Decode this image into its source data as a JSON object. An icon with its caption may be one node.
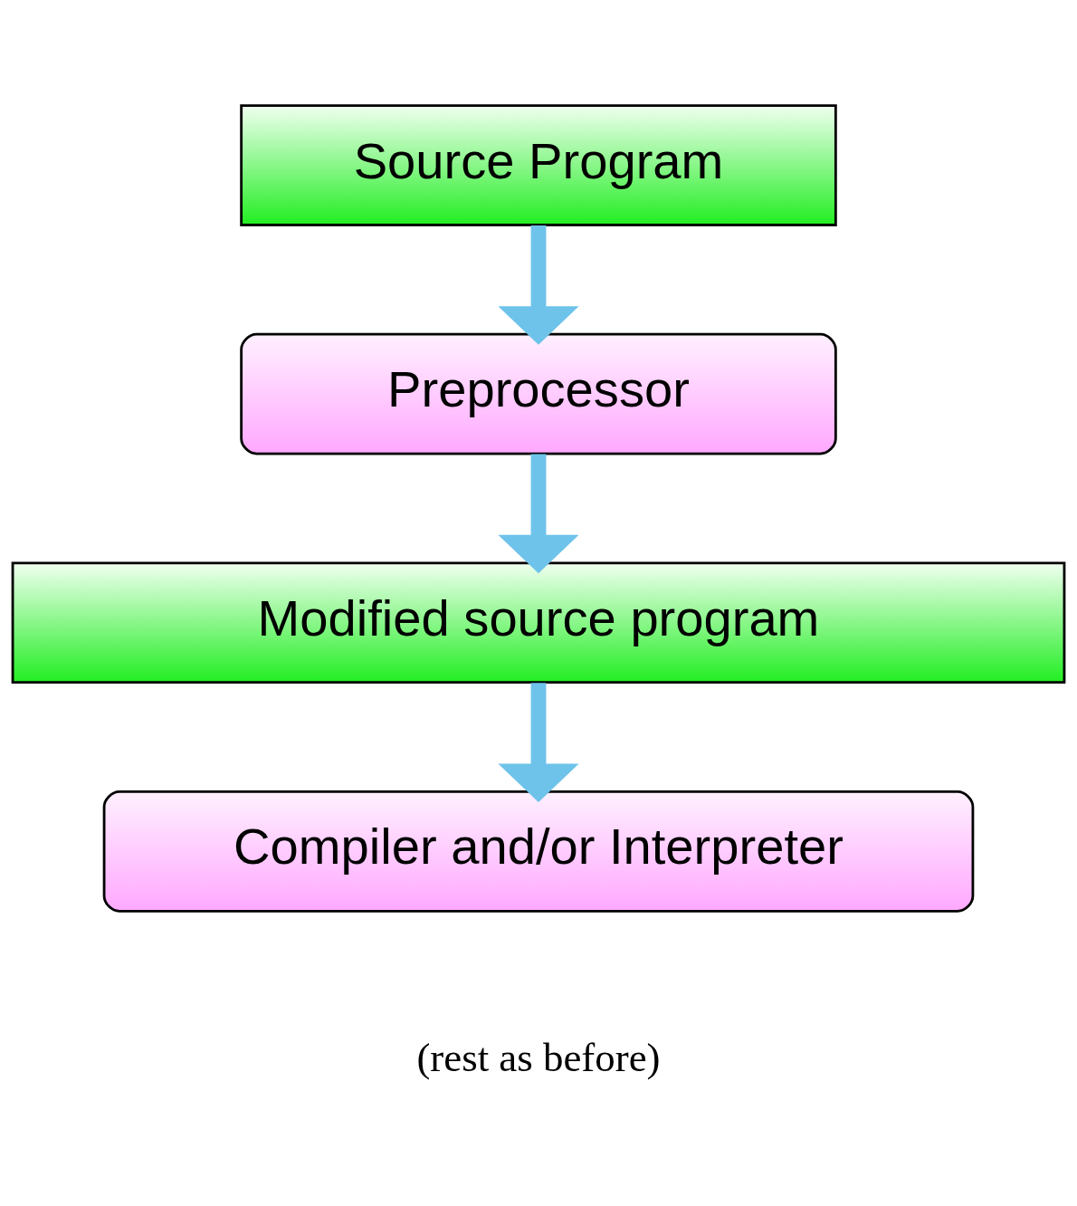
{
  "diagram": {
    "nodes": [
      {
        "text": [
          "Source Program"
        ]
      },
      {
        "text": [
          "Preprocessor"
        ]
      },
      {
        "text": [
          "Modified source program"
        ]
      },
      {
        "text": [
          "Compiler and/or Interpreter"
        ]
      }
    ],
    "edges": [
      {
        "from": 0,
        "to": 1,
        "arrow": "to"
      },
      {
        "from": 1,
        "to": 2,
        "arrow": "to"
      },
      {
        "from": 2,
        "to": 3,
        "arrow": "to"
      }
    ],
    "labels": [
      "(rest as before)"
    ]
  }
}
